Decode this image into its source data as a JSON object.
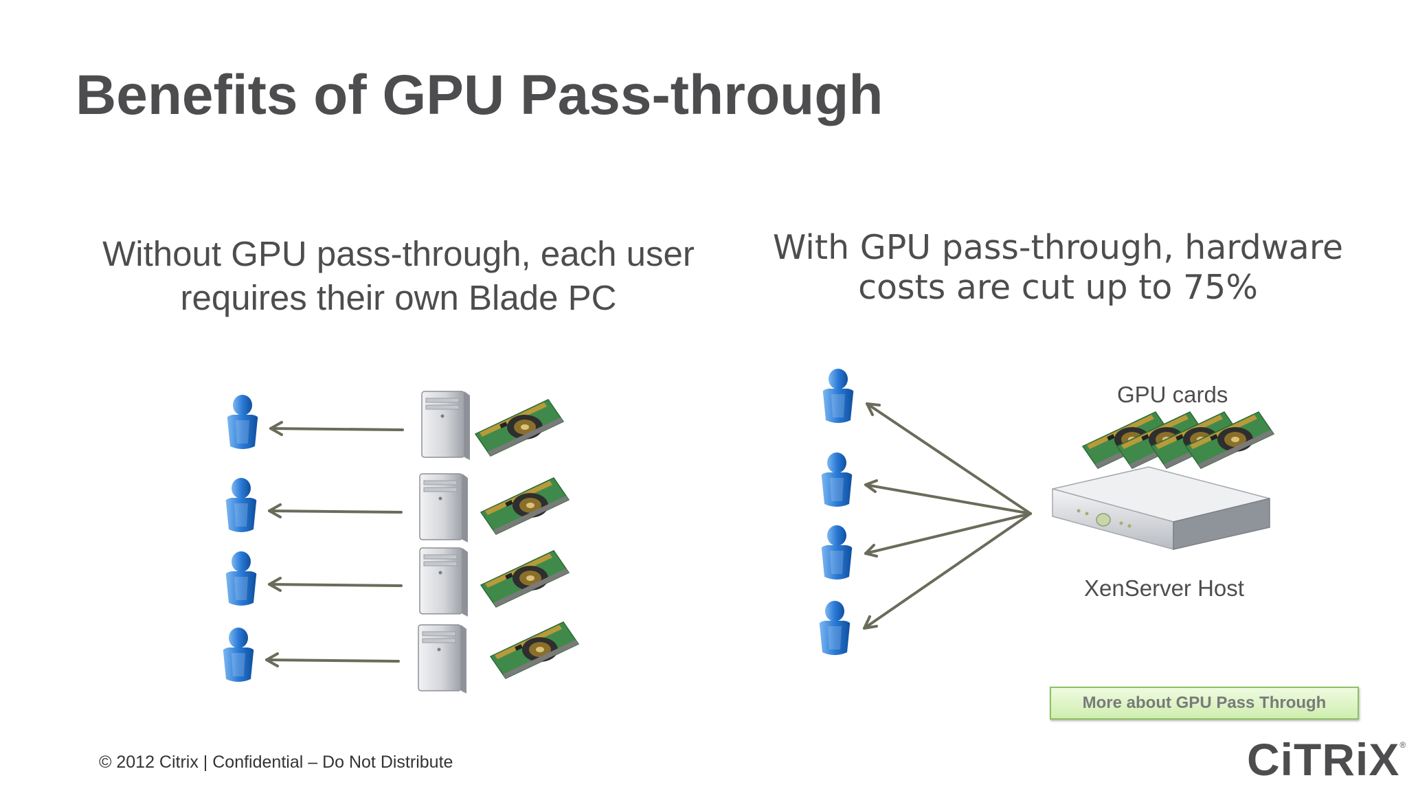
{
  "slide": {
    "title": "Benefits of GPU Pass-through",
    "left_caption_line1": "Without GPU pass-through, each user",
    "left_caption_line2": "requires their own Blade PC",
    "right_caption_line1": "With GPU pass-through, hardware",
    "right_caption_line2": "costs are cut up to 75%",
    "gpu_cards_label": "GPU cards",
    "host_label": "XenServer Host",
    "more_button_label": "More about GPU Pass Through",
    "footer_text": "© 2012 Citrix | Confidential – Do Not Distribute",
    "logo_text": "CiTRiX",
    "logo_mark": "®"
  },
  "colors": {
    "title": "#4d4d4f",
    "user_blue": "#1f6fc9",
    "arrow": "#6b6b5a",
    "pcb_green": "#3f8a4a",
    "button_border": "#8fbf62"
  },
  "icons": [
    "user-icon",
    "tower-server-icon",
    "gpu-card-icon",
    "rack-server-icon",
    "arrow-icon"
  ]
}
